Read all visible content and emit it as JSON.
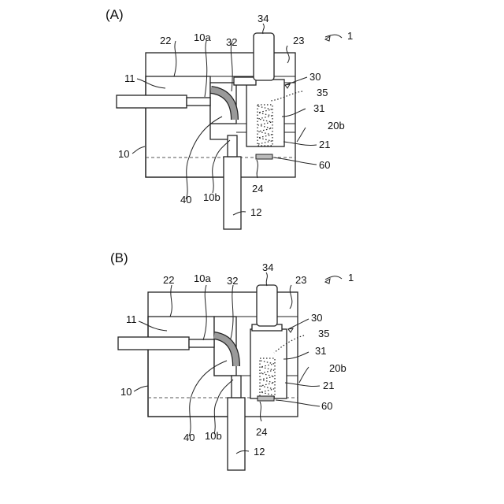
{
  "panels": [
    {
      "name": "(A)",
      "labels": {
        "n1": "1",
        "n10": "10",
        "n10a": "10a",
        "n10b": "10b",
        "n11": "11",
        "n12": "12",
        "n20b": "20b",
        "n21": "21",
        "n22": "22",
        "n23": "23",
        "n24": "24",
        "n30": "30",
        "n31": "31",
        "n32": "32",
        "n34": "34",
        "n35": "35",
        "n40": "40",
        "n60": "60"
      }
    },
    {
      "name": "(B)",
      "labels": {
        "n1": "1",
        "n10": "10",
        "n10a": "10a",
        "n10b": "10b",
        "n11": "11",
        "n12": "12",
        "n20b": "20b",
        "n21": "21",
        "n22": "22",
        "n23": "23",
        "n24": "24",
        "n30": "30",
        "n31": "31",
        "n32": "32",
        "n34": "34",
        "n35": "35",
        "n40": "40",
        "n60": "60"
      }
    }
  ]
}
